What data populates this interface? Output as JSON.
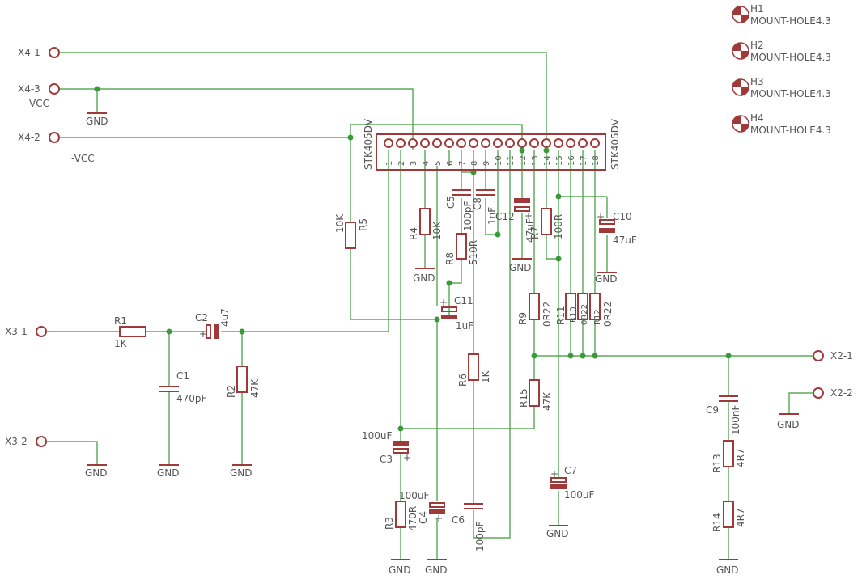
{
  "connectors": [
    {
      "name": "X4-1"
    },
    {
      "name": "X4-3"
    },
    {
      "name": "X4-2"
    },
    {
      "name": "X3-1"
    },
    {
      "name": "X3-2"
    },
    {
      "name": "X2-1"
    },
    {
      "name": "X2-2"
    }
  ],
  "rails": {
    "vcc": "VCC",
    "vee": "-VCC",
    "gnd": "GND"
  },
  "ic": {
    "name": "STK405DV",
    "pins": [
      "1",
      "2",
      "3",
      "4",
      "5",
      "6",
      "7",
      "8",
      "9",
      "10",
      "11",
      "12",
      "13",
      "14",
      "15",
      "16",
      "17",
      "18"
    ]
  },
  "mount_holes": [
    {
      "name": "H1",
      "value": "MOUNT-HOLE4.3"
    },
    {
      "name": "H2",
      "value": "MOUNT-HOLE4.3"
    },
    {
      "name": "H3",
      "value": "MOUNT-HOLE4.3"
    },
    {
      "name": "H4",
      "value": "MOUNT-HOLE4.3"
    }
  ],
  "parts": {
    "R1": {
      "name": "R1",
      "value": "1K"
    },
    "R2": {
      "name": "R2",
      "value": "47K"
    },
    "R3": {
      "name": "R3",
      "value": "470R"
    },
    "R4": {
      "name": "R4",
      "value": "10K"
    },
    "R5": {
      "name": "R5",
      "value": "10K"
    },
    "R6": {
      "name": "R6",
      "value": "1K"
    },
    "R7": {
      "name": "R7",
      "value": "100R"
    },
    "R8": {
      "name": "R8",
      "value": "510R"
    },
    "R9": {
      "name": "R9",
      "value": "0R22"
    },
    "R10": {
      "name": "R10",
      "value": "0R22"
    },
    "R11": {
      "name": "R11",
      "value": "0R22"
    },
    "R12": {
      "name": "R12",
      "value": "0R22"
    },
    "R13": {
      "name": "R13",
      "value": "4R7"
    },
    "R14": {
      "name": "R14",
      "value": "4R7"
    },
    "R15": {
      "name": "R15",
      "value": "47K"
    },
    "C1": {
      "name": "C1",
      "value": "470pF"
    },
    "C2": {
      "name": "C2",
      "value": "4u7"
    },
    "C3": {
      "name": "C3",
      "value": "100uF"
    },
    "C4": {
      "name": "C4",
      "value": "100uF"
    },
    "C5": {
      "name": "C5",
      "value": "100pF"
    },
    "C6": {
      "name": "C6",
      "value": "100pF"
    },
    "C7": {
      "name": "C7",
      "value": "100uF"
    },
    "C8": {
      "name": "C8",
      "value": "1nF"
    },
    "C9": {
      "name": "C9",
      "value": "100nF"
    },
    "C10": {
      "name": "C10",
      "value": "47uF"
    },
    "C11": {
      "name": "C11",
      "value": "1uF"
    },
    "C12": {
      "name": "C12",
      "value": "47uF"
    }
  },
  "colors": {
    "wire": "#3a9a3a",
    "part": "#a03a3a",
    "text": "#555555",
    "background": "#ffffff"
  }
}
